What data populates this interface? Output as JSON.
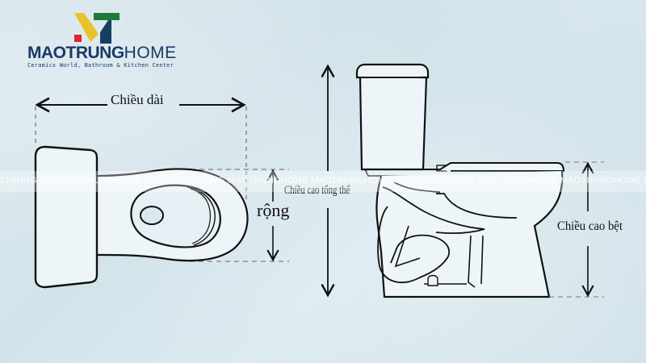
{
  "logo": {
    "brand_bold": "MAOTRUNG",
    "brand_light": "HOME",
    "tagline": "Ceramics World, Bathroom & Kitchen Center",
    "colors": {
      "yellow": "#e8c22a",
      "green": "#1f7a3a",
      "navy": "#173e62",
      "red": "#e0242a",
      "text": "#1a3a66"
    }
  },
  "labels": {
    "length": "Chiều dài",
    "width": "rộng",
    "total_height": "Chiều cao tổng thể",
    "seat_height": "Chiều cao bệt"
  },
  "watermark": {
    "text": "MAOTRUNGHOME",
    "repeat_positions": [
      -20,
      76,
      179,
      282,
      385,
      488,
      591,
      694,
      797
    ]
  },
  "diagram": {
    "views": [
      "top-view",
      "side-view"
    ],
    "line_color": "#111111",
    "fill_color": "#eef5f8"
  }
}
